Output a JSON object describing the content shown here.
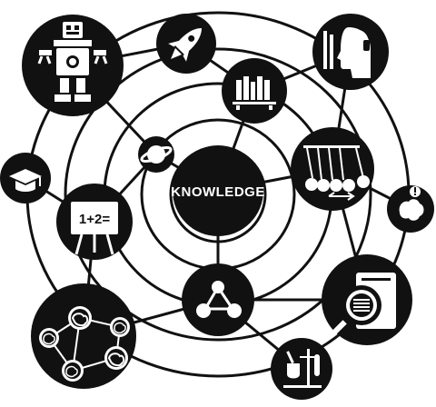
{
  "center": {
    "label": "KNOWLEDGE"
  },
  "nodes": [
    {
      "id": "robot",
      "icon": "robot-icon"
    },
    {
      "id": "rocket",
      "icon": "rocket-icon"
    },
    {
      "id": "bookshelf",
      "icon": "bookshelf-icon"
    },
    {
      "id": "headset-user",
      "icon": "headset-user-icon"
    },
    {
      "id": "newtons-cradle",
      "icon": "newtons-cradle-icon"
    },
    {
      "id": "planet",
      "icon": "planet-icon"
    },
    {
      "id": "graduation-cap",
      "icon": "graduation-cap-icon"
    },
    {
      "id": "chalkboard",
      "icon": "chalkboard-icon",
      "text": "1+2="
    },
    {
      "id": "brain-idea",
      "icon": "brain-idea-icon"
    },
    {
      "id": "molecule",
      "icon": "molecule-icon"
    },
    {
      "id": "magnifier-book",
      "icon": "magnifier-book-icon"
    },
    {
      "id": "brain-network",
      "icon": "brain-network-icon"
    },
    {
      "id": "lab-equipment",
      "icon": "lab-equipment-icon"
    }
  ],
  "colors": {
    "ink": "#111111",
    "paper": "#ffffff"
  }
}
